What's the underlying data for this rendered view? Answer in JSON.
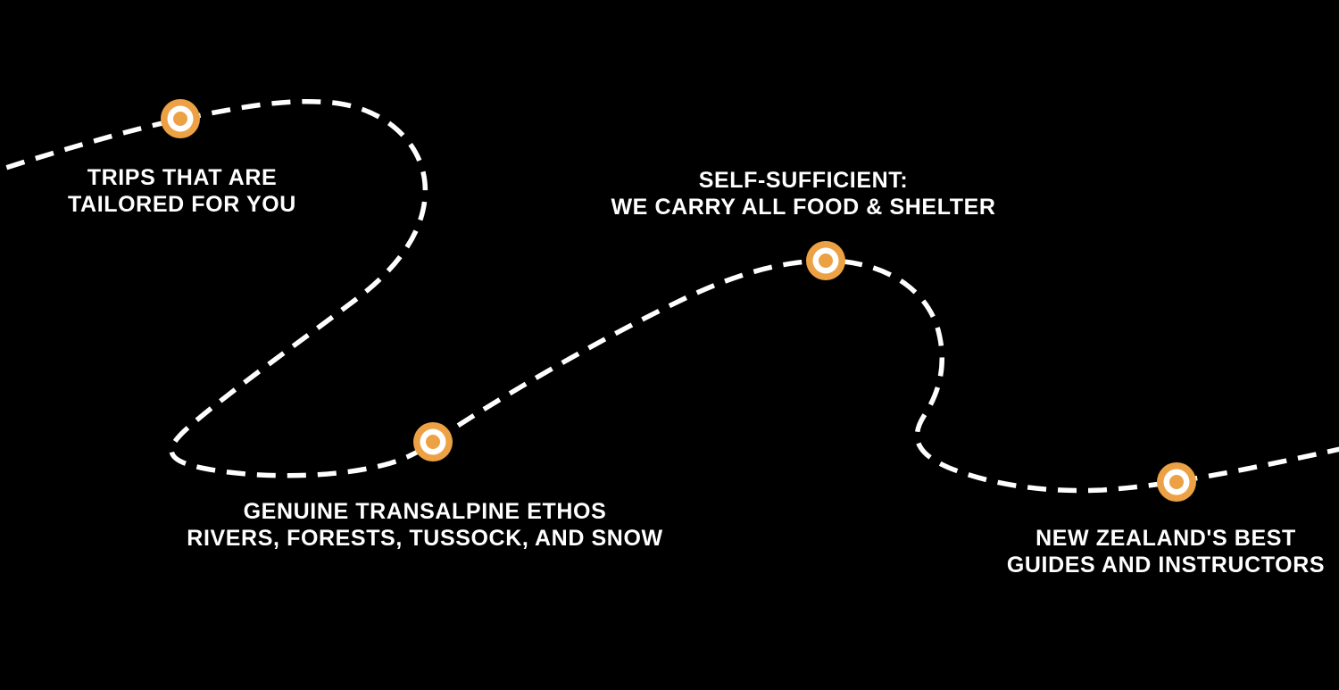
{
  "colors": {
    "background": "#000000",
    "path": "#ffffff",
    "marker_orange": "#ECA244",
    "marker_ring": "#ffffff",
    "text": "#ffffff"
  },
  "route": {
    "description": "dashed winding route with four highlighted stops",
    "stops": [
      {
        "id": "tailored-trips",
        "line1": "TRIPS THAT ARE",
        "line2": "TAILORED FOR YOU"
      },
      {
        "id": "transalpine-ethos",
        "line1": "GENUINE TRANSALPINE ETHOS",
        "line2": "RIVERS, FORESTS, TUSSOCK, AND SNOW"
      },
      {
        "id": "self-sufficient",
        "line1": "SELF-SUFFICIENT:",
        "line2": "WE CARRY ALL FOOD & SHELTER"
      },
      {
        "id": "best-guides",
        "line1": "NEW ZEALAND'S BEST",
        "line2": "GUIDES AND INSTRUCTORS"
      }
    ]
  }
}
